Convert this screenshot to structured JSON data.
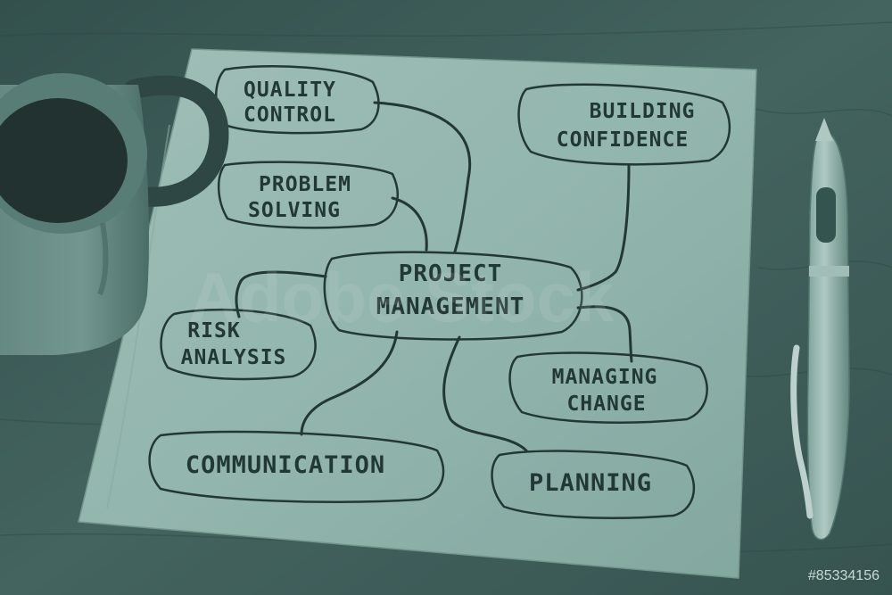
{
  "mindmap": {
    "center": [
      "PROJECT",
      "MANAGEMENT"
    ],
    "nodes": {
      "quality_control": [
        "QUALITY",
        "CONTROL"
      ],
      "problem_solving": [
        "PROBLEM",
        "SOLVING"
      ],
      "risk_analysis": [
        "RISK",
        "ANALYSIS"
      ],
      "communication": [
        "COMMUNICATION"
      ],
      "building_confidence": [
        "BUILDING",
        "CONFIDENCE"
      ],
      "managing_change": [
        "MANAGING",
        "CHANGE"
      ],
      "planning": [
        "PLANNING"
      ]
    }
  },
  "watermark": {
    "logo_text": "Adobe Stock",
    "stock_id": "#85334156"
  },
  "colors": {
    "tint": "#3f5d59",
    "ink": "#1d2e2c",
    "napkin": "#a9c9c1",
    "wood": "#3c5854"
  }
}
